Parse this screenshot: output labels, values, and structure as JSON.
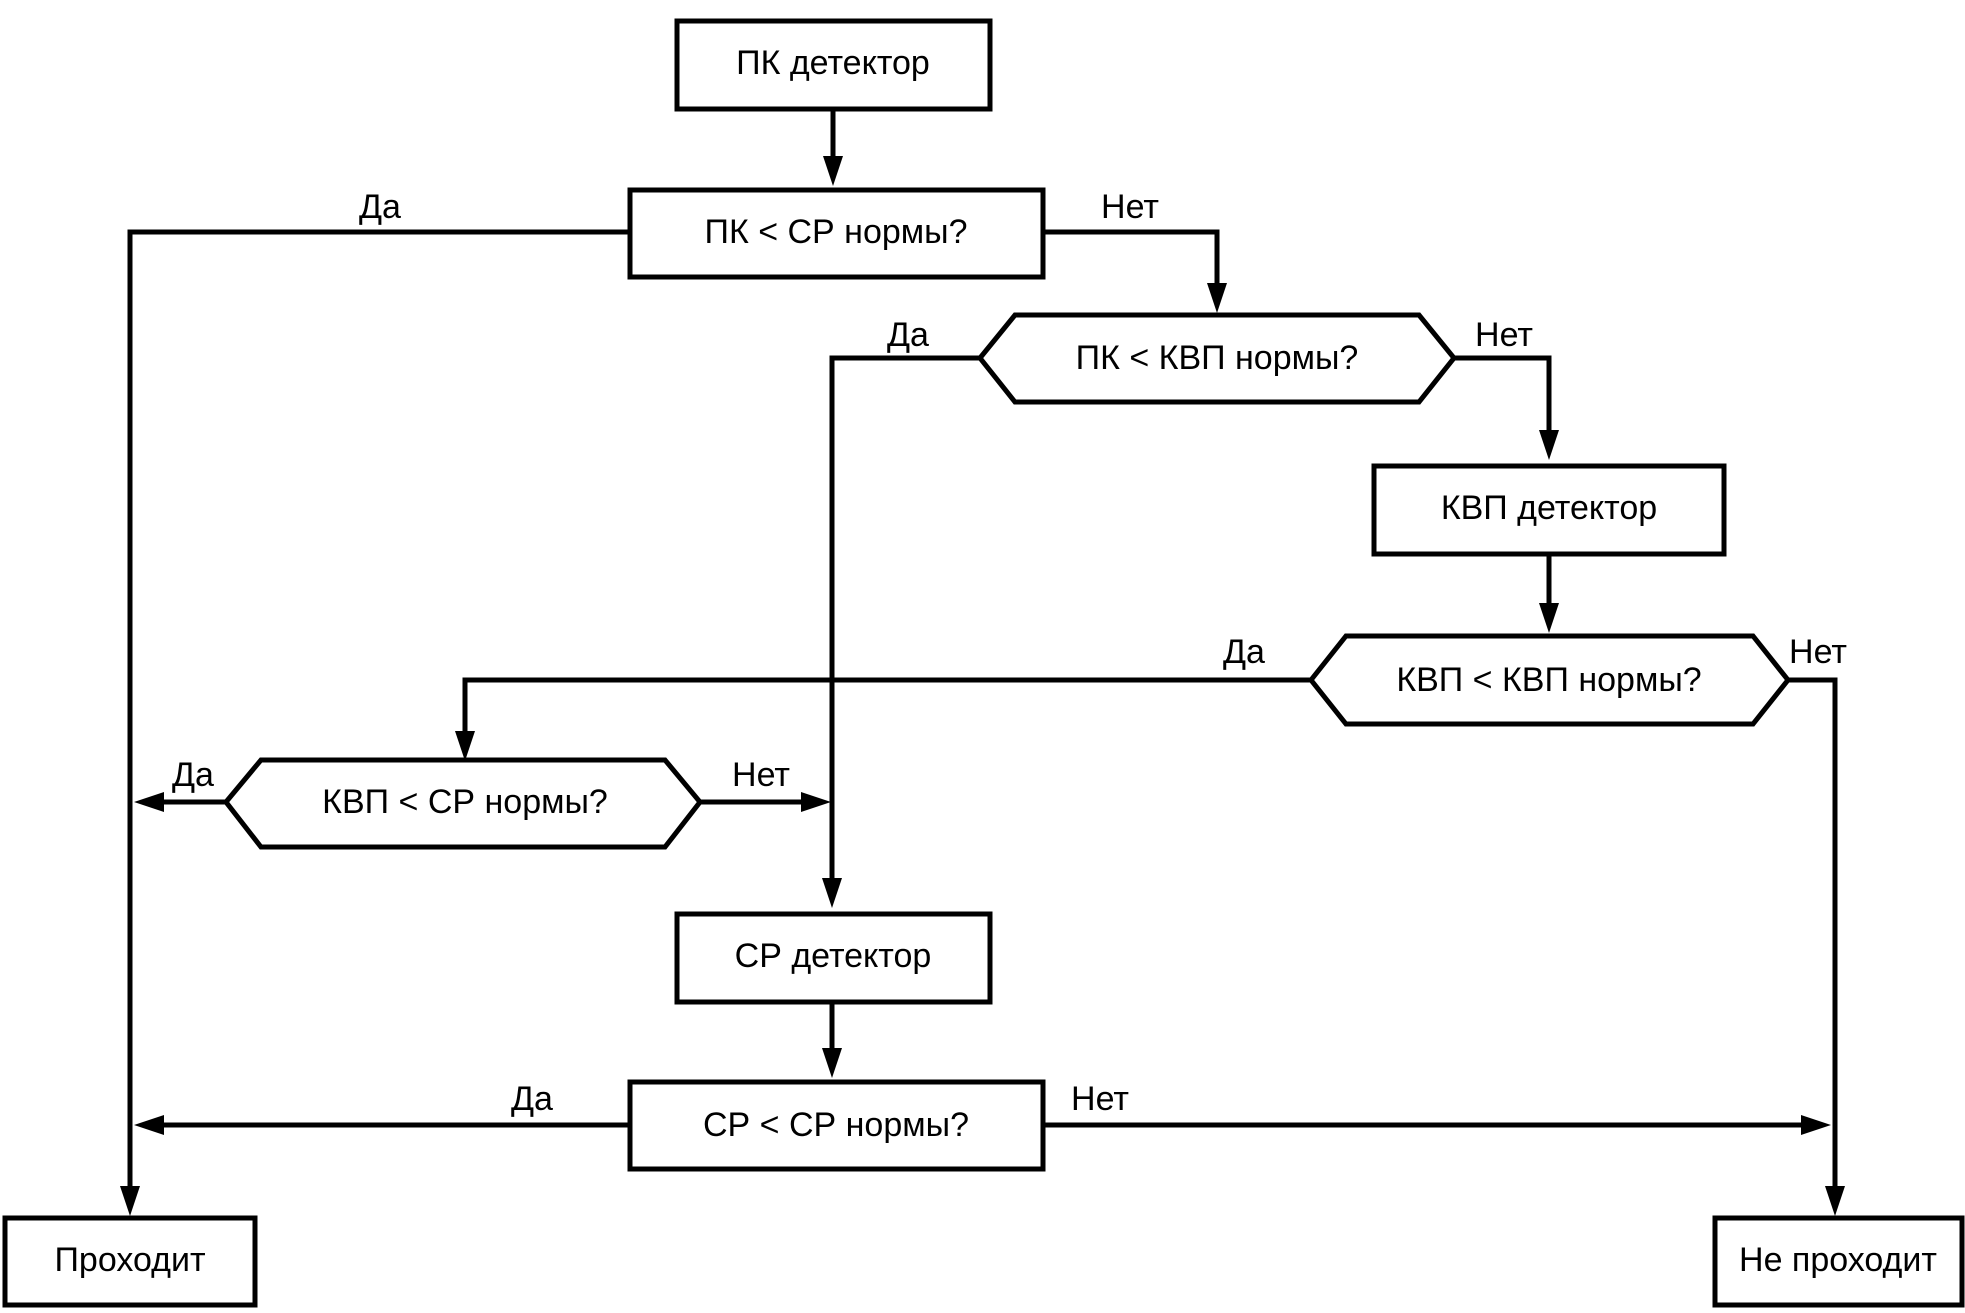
{
  "nodes": {
    "pk_detector": "ПК детектор",
    "pk_lt_sr": "ПК < СР нормы?",
    "pk_lt_kvp": "ПК < КВП нормы?",
    "kvp_detector": "КВП детектор",
    "kvp_lt_kvp": "КВП < КВП нормы?",
    "kvp_lt_sr": "КВП < СР нормы?",
    "sr_detector": "СР детектор",
    "sr_lt_sr": "СР < СР нормы?",
    "pass": "Проходит",
    "fail": "Не проходит"
  },
  "edge_labels": {
    "pk_lt_sr_yes": "Да",
    "pk_lt_sr_no": "Нет",
    "pk_lt_kvp_yes": "Да",
    "pk_lt_kvp_no": "Нет",
    "kvp_lt_kvp_yes": "Да",
    "kvp_lt_kvp_no": "Нет",
    "kvp_lt_sr_yes": "Да",
    "kvp_lt_sr_no": "Нет",
    "sr_lt_sr_yes": "Да",
    "sr_lt_sr_no": "Нет"
  }
}
